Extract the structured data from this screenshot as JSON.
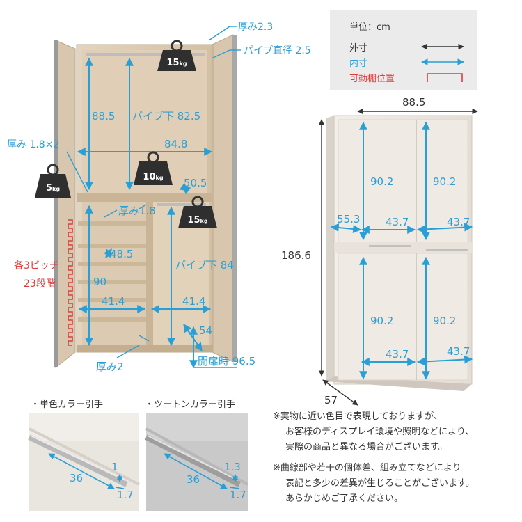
{
  "legend": {
    "unit": "単位：cm",
    "outer": "外寸",
    "inner": "内寸",
    "shelf": "可動棚位置"
  },
  "colors": {
    "blue": "#2a9fd6",
    "red": "#e23b3b",
    "text": "#333333",
    "wood": "#d9c7ae",
    "cabinet": "#ece6de"
  },
  "left_diagram": {
    "board_top": "厚み2.3",
    "pipe_dia": "パイプ直径 2.5",
    "weight_top": "15",
    "weight_mid": "10",
    "weight_side": "5",
    "weight_right": "15",
    "weight_unit": "kg",
    "upper_height": "88.5",
    "pipe_under_upper": "パイプ下 82.5",
    "side_thickness": "厚み 1.8×2",
    "upper_width": "84.8",
    "depth_mid": "50.5",
    "shelf_thickness": "厚み1.8",
    "pitch_label_1": "各3ピッチ",
    "pitch_label_2": "23段階",
    "shelf_depth": "48.5",
    "lower_left_height": "90",
    "pipe_under_lower": "パイプ下 84",
    "lower_left_width": "41.4",
    "lower_right_width": "41.4",
    "door_depth": "54",
    "bottom_thickness": "厚み2",
    "open_depth": "開扉時 96.5"
  },
  "right_diagram": {
    "width": "88.5",
    "height": "186.6",
    "depth": "57",
    "upper_left": "90.2",
    "upper_right": "90.2",
    "lower_left": "90.2",
    "lower_right": "90.2",
    "mid_depth": "55.3",
    "upper_w_left": "43.7",
    "upper_w_right": "43.7",
    "lower_w_left": "43.7",
    "lower_w_right": "43.7"
  },
  "handles": {
    "single_title": "・単色カラー引手",
    "two_tone_title": "・ツートンカラー引手",
    "single_len": "36",
    "single_h": "1",
    "single_d": "1.7",
    "two_len": "36",
    "two_h": "1.3",
    "two_d": "1.7"
  },
  "notes": {
    "line1": "※実物に近い色目で表現しておりますが、",
    "line2": "お客様のディスプレイ環境や照明などにより、",
    "line3": "実際の商品と異なる場合がございます。",
    "line4": "※曲線部や若干の個体差、組み立てなどにより",
    "line5": "表記と多少の差異が生じることがございます。",
    "line6": "あらかじめご了承ください。"
  }
}
